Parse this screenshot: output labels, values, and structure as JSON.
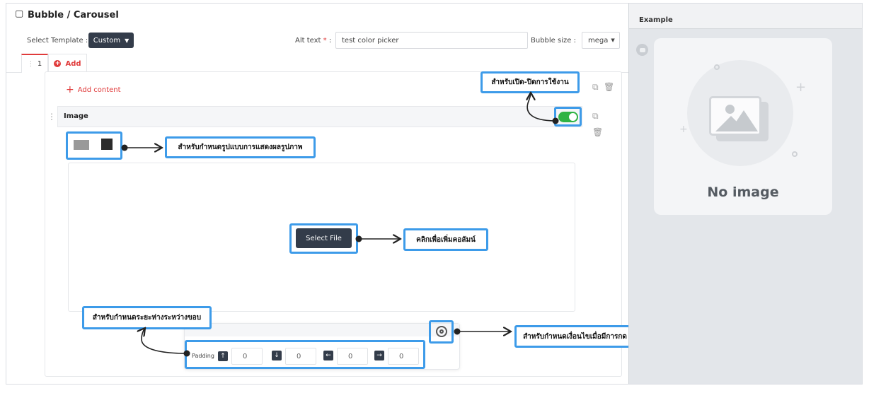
{
  "header": {
    "title": "Bubble / Carousel",
    "select_template_label": "Select Template :",
    "template_value": "Custom",
    "alt_text_label": "Alt text",
    "alt_text_required": "*",
    "alt_text_colon": ":",
    "alt_text_value": "test color picker",
    "bubble_size_label": "Bubble size :",
    "bubble_size_value": "mega"
  },
  "tabs": {
    "tab_number": "1",
    "add_label": "Add"
  },
  "editor": {
    "add_content_label": "Add content",
    "image_label": "Image",
    "select_file_label": "Select File",
    "padding_label": "Padding",
    "padding_values": [
      "0",
      "0",
      "0",
      "0"
    ]
  },
  "callouts": {
    "toggle": "สำหรับเปิด-ปิดการใช้งาน",
    "display_mode": "สำหรับกำหนดรูปแบบการแสดงผลรูปภาพ",
    "select_file": "คลิกเพื่อเพิ่มคอลัมน์",
    "padding": "สำหรับกำหนดระยะห่างระหว่างขอบ",
    "action": "สำหรับกำหนดเงื่อนไขเมื่อมีการกด"
  },
  "preview": {
    "example_label": "Example",
    "no_image_text": "No image"
  },
  "colors": {
    "accent_blue": "#3d9be9",
    "toggle_green": "#2fb344",
    "dark_button": "#333c4a",
    "add_red": "#e03b3b"
  }
}
